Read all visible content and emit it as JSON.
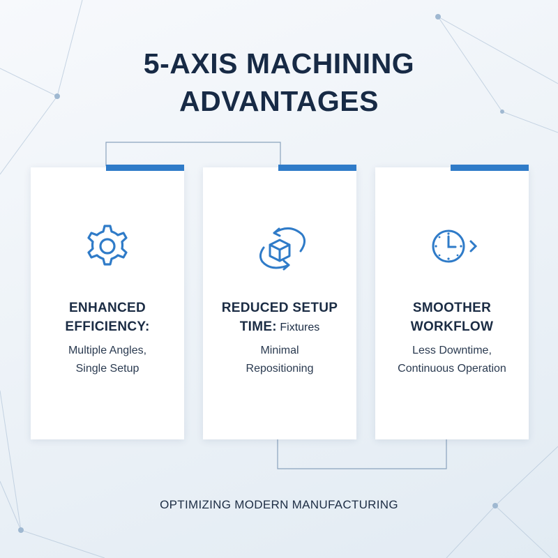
{
  "title": {
    "line1": "5-AXIS MACHINING",
    "line2": "ADVANTAGES"
  },
  "cards": [
    {
      "heading_line1": "ENHANCED",
      "heading_line2": "EFFICIENCY:",
      "heading_suffix": "",
      "desc_line1": "Multiple Angles,",
      "desc_line2": "Single Setup",
      "icon": "gear-icon"
    },
    {
      "heading_line1": "REDUCED SETUP",
      "heading_line2": "TIME:",
      "heading_suffix": " Fixtures",
      "desc_line1": "Minimal",
      "desc_line2": "Repositioning",
      "icon": "rotating-cube-icon"
    },
    {
      "heading_line1": "SMOOTHER",
      "heading_line2": "WORKFLOW",
      "heading_suffix": "",
      "desc_line1": "Less Downtime,",
      "desc_line2": "Continuous Operation",
      "icon": "clock-forward-icon"
    }
  ],
  "footer": "OPTIMIZING MODERN MANUFACTURING",
  "colors": {
    "accent": "#2f7bc8",
    "title": "#172a45",
    "background": "#eef3f8",
    "card": "#ffffff"
  }
}
